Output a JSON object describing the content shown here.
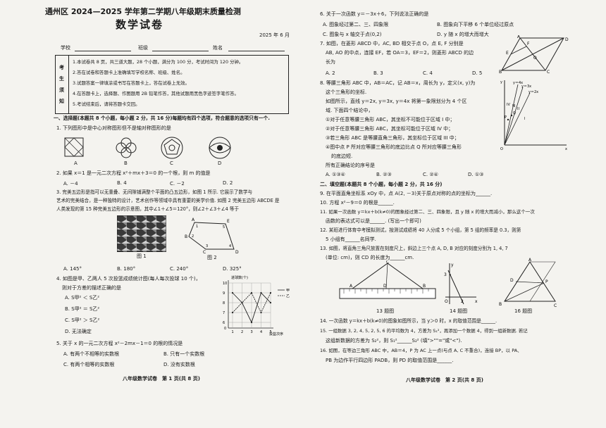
{
  "page1": {
    "title": "通州区 2024—2025 学年第二学期八年级期末质量检测",
    "subject": "数学试卷",
    "date": "2025 年 6 月",
    "school_label": "学校",
    "class_label": "班级",
    "name_label": "姓名",
    "notice_head": [
      "考",
      "生",
      "须",
      "知"
    ],
    "notice_lines": [
      "1.本试卷共 8 页，共三道大题，28 个小题，满分为 100 分，考试时间为 120 分钟。",
      "2.答在试卷和答题卡上准确填写学校名称、班级、姓名。",
      "3.试题答案一律填涂或书写在答题卡上，答在试卷上无效。",
      "4.在答题卡上，选择题、作图题用 2B 铅笔作答，其他试题用黑色字迹签字笔作答。",
      "5.考试结束后，请将答题卡交回。"
    ],
    "section1": "一、选择题(本题共 8 个小题，每小题 2 分，共 16 分)每题均有四个选项，符合题意的选项只有一个.",
    "q1": "1. 下列图形中是中心对称图形但不是轴对称图形的是",
    "q1_opts": [
      "A",
      "B",
      "C",
      "D"
    ],
    "q2": "2. 如果 x＝1 是一元二次方程 x²＋mx＋3＝0 的一个根，则 m 的值是",
    "q2_opts": [
      "A. －4",
      "B. 4",
      "C. －2",
      "D. 2"
    ],
    "q3_l1": "3. 完美五边形是指可以无重叠、无间隙铺满整个平面的凸五边形，如图 1 所示. 它展示了数学与",
    "q3_l2": "艺术的完美结合，是一种独特的设计，艺术创作等领域中具有重要的美学价值. 如图 2 完美五边形 ABCDE 是",
    "q3_l3": "人类发现的第 15 种完美五边形的示意图，其中∠1＋∠5＝120°，则∠2＋∠3＋∠4 等于",
    "q3_fig1": "图 1",
    "q3_fig2": "图 2",
    "q3_opts": [
      "A. 145°",
      "B. 180°",
      "C. 240°",
      "D. 325°"
    ],
    "q4_l1": "4. 如图是甲、乙两人 5 次投篮成绩统计图(每人每次投球 10 个)，",
    "q4_l2": "则对于方差的描述正确的是",
    "q4_opts": [
      "A. S甲² ＜ S乙²",
      "B. S甲² ＝ S乙²",
      "C. S甲² ＞ S乙²",
      "D. 无法确定"
    ],
    "q5": "5. 关于 x 的一元二次方程 x²－2mx－1＝0 的根的情况是",
    "q5_opts": [
      "A. 有两个不相等的实数根",
      "B. 只有一个实数根",
      "C. 有两个相等的实数根",
      "D. 没有实数根"
    ],
    "footer": "八年级数学试卷　第 1 页(共 8 页)"
  },
  "page2": {
    "q6": "6. 关于一次函数 y＝－3x＋6，下列说法正确的是",
    "q6_a": "A. 图象经过第二、三、四象限",
    "q6_b": "B. 图象向下平移 6 个单位经过原点",
    "q6_c": "C. 图象与 x 轴交于点(0,2)",
    "q6_d": "D. y 随 x 的增大而增大",
    "q7_l1": "7. 如图，在菱形 ABCD 中，AC, BD 相交于点 O，点 E, F 分别是",
    "q7_l2": "AB, AO 的中点，连接 EF，若 OA＝3，EF＝2，则菱形 ABCD 的边",
    "q7_l3": "长为",
    "q7_opts": [
      "A. 2",
      "B. 3",
      "C. 4",
      "D. 5"
    ],
    "q8_l1": "8. 等腰三角形 ABC 中，AB＝AC，记 AB＝x，周长为 y，定义(x, y)为",
    "q8_l2": "这个三角形的坐标.",
    "q8_l3": "如图所示，直线 y＝2x, y＝3x, y＝4x 将第一象限划分为 4 个区",
    "q8_l4": "域. 下面四个结论中，",
    "q8_s1": "①对于任意等腰三角形 ABC，其坐标不可能位于区域 I 中；",
    "q8_s2": "②对于任意等腰三角形 ABC，其坐标可能位于区域 IV 中；",
    "q8_s3": "③若三角形 ABC 是等腰直角三角形，其坐标位于区域 III 中；",
    "q8_s4a": "④图中点 P 所对应等腰三角形的底边比点 Q 所对应等腰三角形",
    "q8_s4b": "的底边短.",
    "q8_ask": "所有正确结论的序号是",
    "q8_opts": [
      "A. ①③④",
      "B. ②③",
      "C. ②④",
      "D. ①③"
    ],
    "section2": "二、填空题(本题共 8 个小题，每小题 2 分，共 16 分)",
    "q9": "9. 在平面直角坐标系 xOy 中，点 A(2, －3)关于原点对称的点的坐标为______.",
    "q10": "10. 方程 x²－9＝0 的根是______.",
    "q11_l1": "11. 如果一次函数 y＝kx＋b(k≠0)的图象经过第二、三、四象限，且 y 随 x 的增大而减小，那么这个一次",
    "q11_l2": "函数的表达式可以是______. (写出一个即可)",
    "q12_l1": "12. 某班进行体育中考模拟测试，按测试成绩将 40 人分成 5 个小组，第 5 组的频率是 0.3，则第",
    "q12_l2": "5 小组有______名同学.",
    "q13_l1": "13. 如图，将直角三角尺放置在刻度尺上，斜边上三个点 A, D, B 对应的刻度分别为 1, 4, 7",
    "q13_l2": "(单位: cm)，则 CD 的长度为______cm.",
    "fig13": "13 题图",
    "fig14": "14 题图",
    "fig16": "16 题图",
    "q14": "14. 一次函数 y＝kx＋b(k≠0)的图象如图所示，当 y＞0 时，x 的取值范围是______.",
    "q15_l1": "15. 一组数据 3, 2, 4, 5, 2, 5, 6 的平均数为 4，方差为 S₁²，再添加一个数据 4，得到一组新数据. 若记",
    "q15_l2": "这组新数据的方差为 S₂²，则 S₁²______S₂² (填\">\"\"=\"或\"<\").",
    "q16_l1": "16. 如图，在等边三角形 ABC 中，AB＝4，P 为 AC 上一点(与点 A, C 不重合)，连接 BP，以 PA、",
    "q16_l2": "PB 为边作平行四边形 PADB，则 PD 的取值范围是______.",
    "footer": "八年级数学试卷　第 2 页(共 8 页)"
  },
  "labels": {
    "pent": [
      "A",
      "B",
      "C",
      "D",
      "E",
      "1",
      "2",
      "3",
      "4",
      "5"
    ],
    "rhombus": [
      "A",
      "B",
      "C",
      "D",
      "O",
      "E",
      "F"
    ],
    "graph8": [
      "y＝4x",
      "y＝3x",
      "y＝2x",
      "IV",
      "III",
      "II",
      "I",
      "P",
      "Q",
      "O",
      "x",
      "y"
    ],
    "fig14": [
      "3",
      "O",
      "2",
      "x",
      "y"
    ],
    "fig16": [
      "A",
      "B",
      "C",
      "D",
      "P"
    ],
    "fig13": [
      "C",
      "A",
      "D",
      "B"
    ],
    "legend4": [
      "甲",
      "乙"
    ]
  },
  "chart_data": {
    "type": "line",
    "ylabel": "进球数(个)",
    "xlabel": "投篮次序",
    "x": [
      1,
      2,
      3,
      4,
      5
    ],
    "ylim": [
      0,
      10
    ],
    "yticks": [
      0,
      6,
      7,
      8,
      9,
      10
    ],
    "series": [
      {
        "name": "甲",
        "values": [
          9,
          8,
          6,
          9,
          8
        ]
      },
      {
        "name": "乙",
        "values": [
          7,
          8,
          9,
          7,
          9
        ]
      }
    ]
  }
}
